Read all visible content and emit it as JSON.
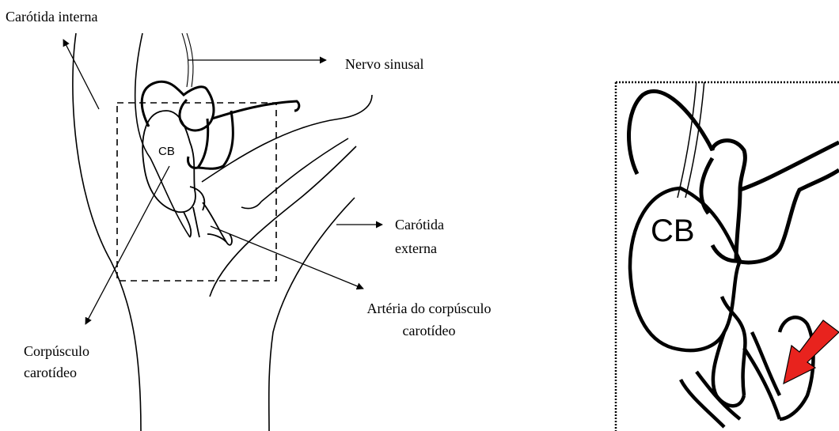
{
  "labels": {
    "carotida_interna": "Carótida interna",
    "nervo_sinusal": "Nervo sinusal",
    "carotida_externa_l1": "Carótida",
    "carotida_externa_l2": "externa",
    "arteria_l1": "Artéria do corpúsculo",
    "arteria_l2": "carotídeo",
    "corpusculo_l1": "Corpúsculo",
    "corpusculo_l2": "carotídeo",
    "cb_main": "CB",
    "cb_zoom": "CB"
  },
  "colors": {
    "line": "#000000",
    "arrow_highlight": "#e8231e"
  }
}
